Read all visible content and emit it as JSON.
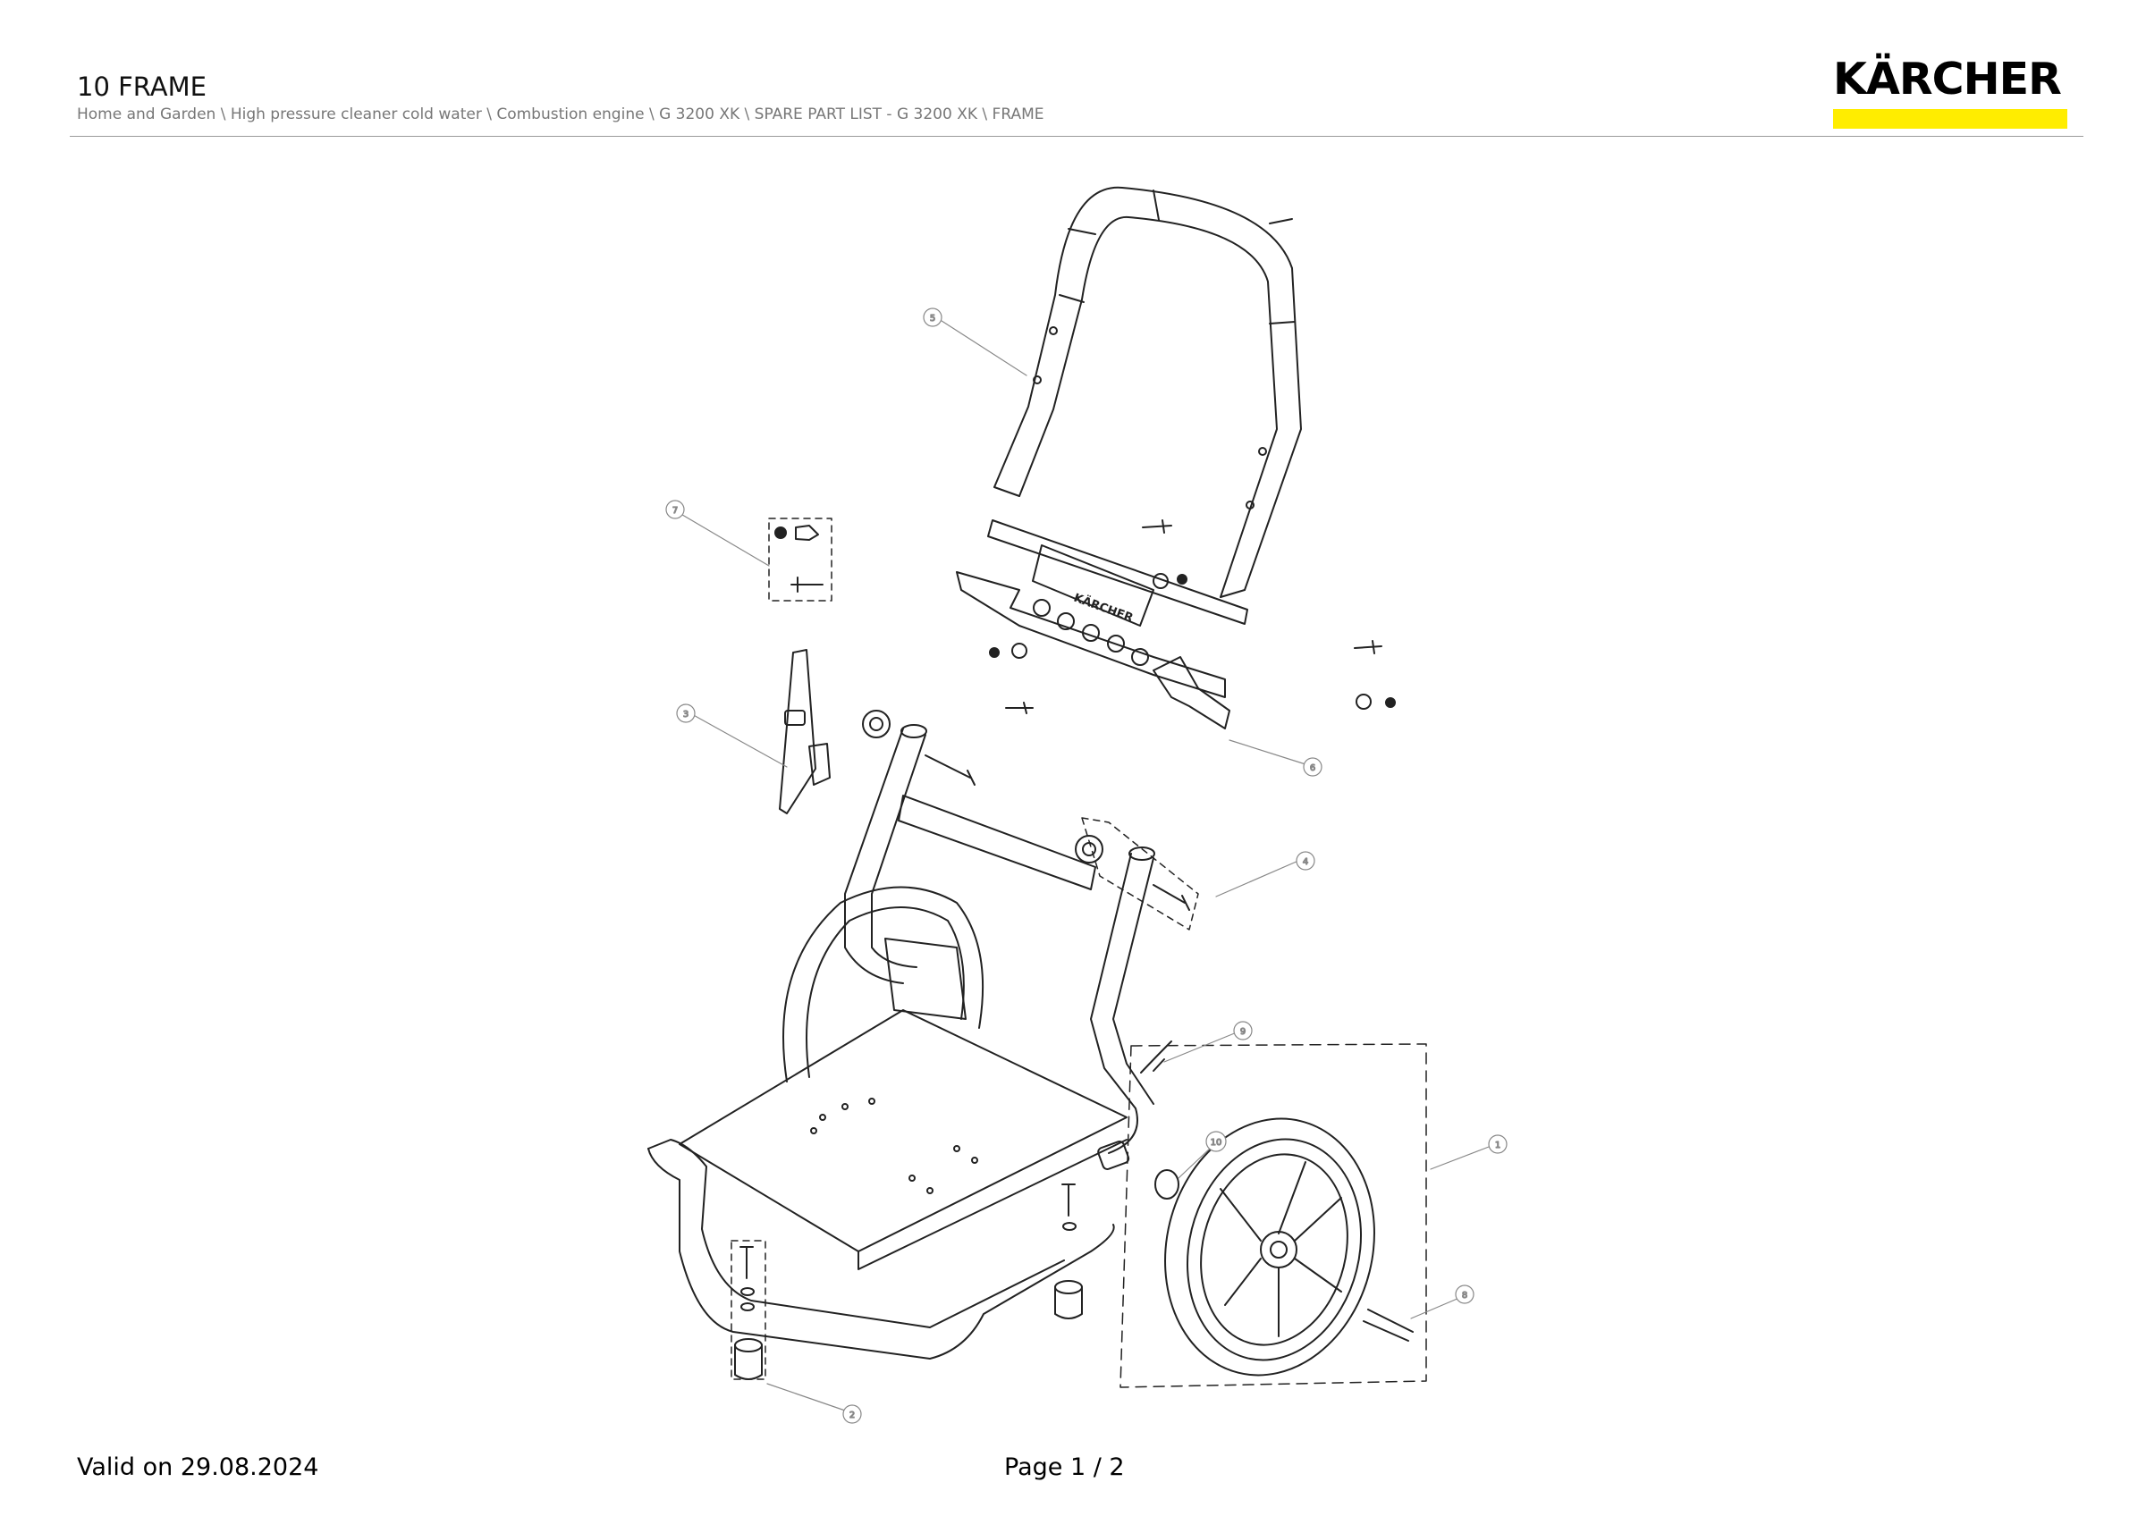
{
  "header": {
    "title": "10 FRAME",
    "breadcrumb": "Home and Garden \\ High pressure cleaner cold water \\ Combustion engine \\ G 3200 XK \\ SPARE PART LIST - G 3200 XK \\ FRAME"
  },
  "brand": {
    "logo_text": "KÄRCHER",
    "accent_color": "#ffed00"
  },
  "drawing": {
    "plate_label": "KÄRCHER",
    "callouts": [
      {
        "num": "1"
      },
      {
        "num": "2"
      },
      {
        "num": "3"
      },
      {
        "num": "4"
      },
      {
        "num": "5"
      },
      {
        "num": "6"
      },
      {
        "num": "7"
      },
      {
        "num": "8"
      },
      {
        "num": "9"
      },
      {
        "num": "10"
      }
    ]
  },
  "footer": {
    "valid": "Valid on 29.08.2024",
    "page": "Page 1 / 2"
  }
}
